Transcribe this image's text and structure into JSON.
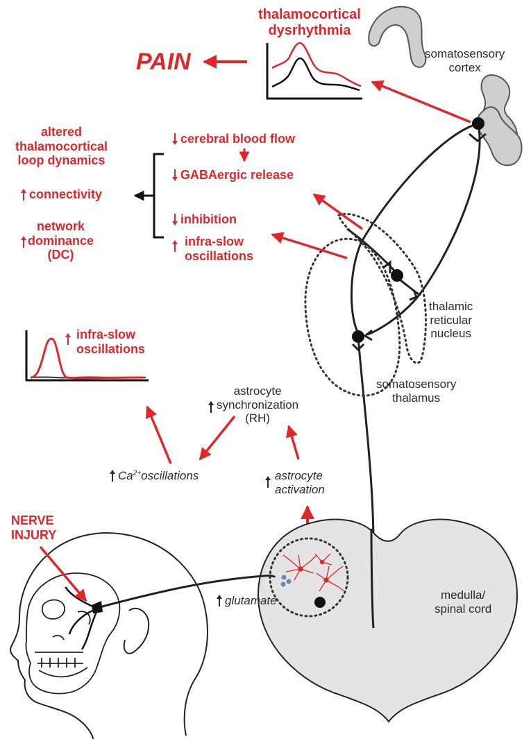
{
  "colors": {
    "accent": "#e0262a",
    "ink": "#222222",
    "tissue": "#e4e4e4",
    "dots": "#6c86ad"
  },
  "labels": {
    "pain": "PAIN",
    "thalamocortical_dysrhythmia": [
      "thalamocortical",
      "dysrhythmia"
    ],
    "somatosensory_cortex": [
      "somatosensory",
      "cortex"
    ],
    "altered_loop": [
      "altered",
      "thalamocortical",
      "loop dynamics"
    ],
    "connectivity": "connectivity",
    "network_dominance": [
      "network",
      "dominance",
      "(DC)"
    ],
    "cerebral_blood_flow": "cerebral blood flow",
    "gabaergic_release": "GABAergic release",
    "inhibition": "inhibition",
    "infra_slow_oscillations": [
      "infra-slow",
      "oscillations"
    ],
    "thalamic_reticular_nucleus": [
      "thalamic",
      "reticular",
      "nucleus"
    ],
    "somatosensory_thalamus": [
      "somatosensory",
      "thalamus"
    ],
    "plot_infra_slow": [
      "infra-slow",
      "oscillations"
    ],
    "astrocyte_synchronization": [
      "astrocyte",
      "synchronization",
      "(RH)"
    ],
    "ca_oscillations": {
      "base": "Ca",
      "sup": "2+",
      "rest": "oscillations"
    },
    "astrocyte_activation": [
      "astrocyte",
      "activation"
    ],
    "nerve_injury": [
      "NERVE",
      "INJURY"
    ],
    "glutamate": "glutamate",
    "medulla": [
      "medulla/",
      "spinal cord"
    ]
  },
  "icons": [
    "up-arrow-icon",
    "down-arrow-icon",
    "head-silhouette-icon",
    "skull-icon",
    "cortex-gyri-icon",
    "astrocyte-icon",
    "neuron-soma-icon",
    "synapse-icon",
    "glutamate-vesicle-icon"
  ]
}
